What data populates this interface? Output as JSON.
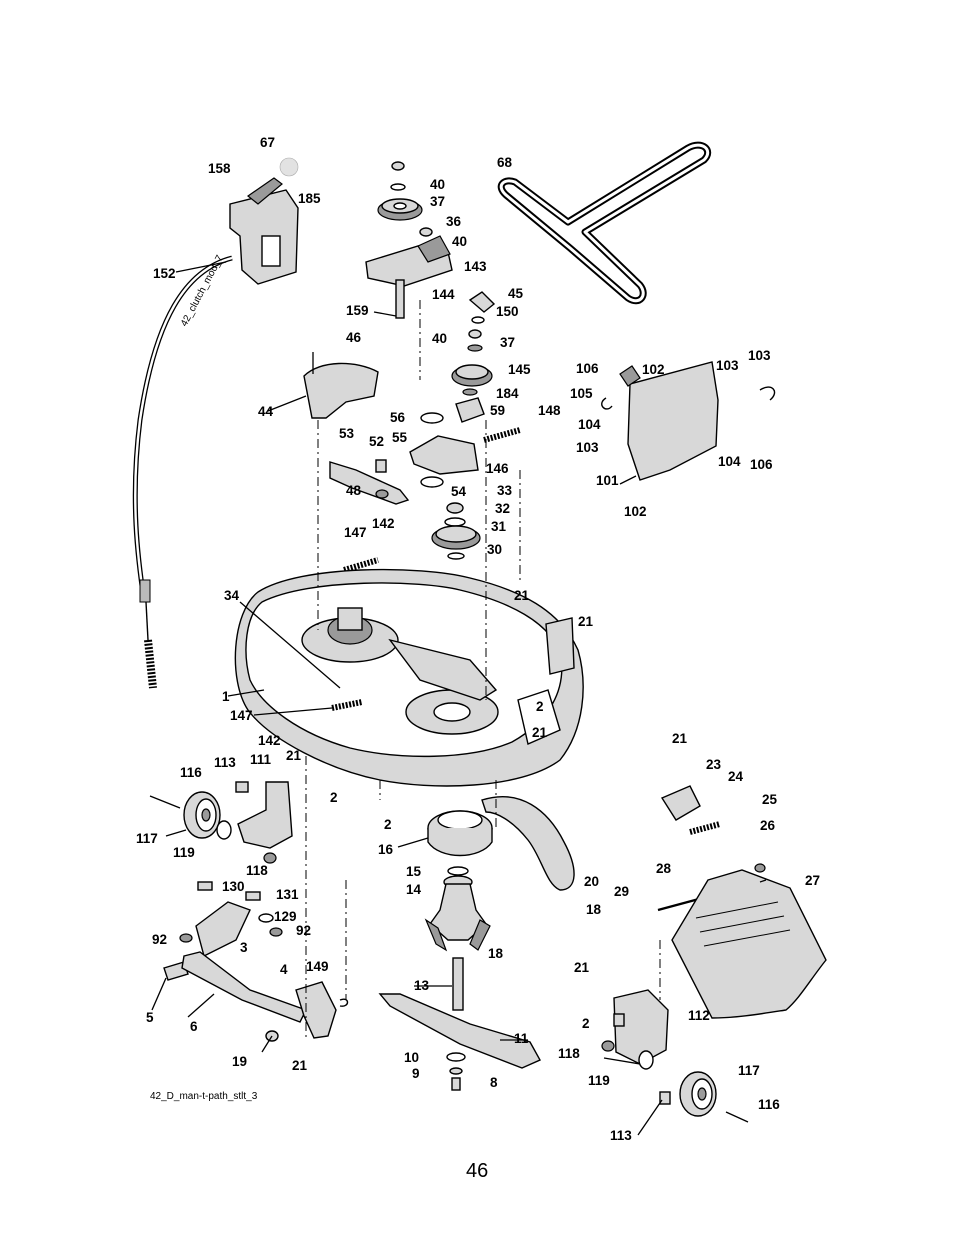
{
  "caption": "42_D_man-t-path_stlt_3",
  "page_number": "46",
  "callouts": [
    "67",
    "158",
    "185",
    "152",
    "68",
    "40",
    "37",
    "36",
    "40",
    "143",
    "144",
    "159",
    "45",
    "150",
    "40",
    "37",
    "145",
    "184",
    "59",
    "148",
    "46",
    "44",
    "56",
    "55",
    "53",
    "52",
    "48",
    "146",
    "54",
    "33",
    "32",
    "31",
    "30",
    "147",
    "142",
    "34",
    "21",
    "21",
    "1",
    "147",
    "2",
    "21",
    "142",
    "21",
    "113",
    "111",
    "116",
    "117",
    "119",
    "118",
    "2",
    "2",
    "16",
    "15",
    "14",
    "20",
    "18",
    "18",
    "106",
    "102",
    "105",
    "104",
    "103",
    "103",
    "101",
    "102",
    "103",
    "105",
    "104",
    "106",
    "21",
    "23",
    "24",
    "25",
    "26",
    "28",
    "29",
    "27",
    "130",
    "131",
    "129",
    "92",
    "92",
    "3",
    "149",
    "4",
    "5",
    "6",
    "19",
    "21",
    "13",
    "11",
    "10",
    "9",
    "8",
    "21",
    "2",
    "112",
    "118",
    "119",
    "117",
    "113",
    "116"
  ]
}
